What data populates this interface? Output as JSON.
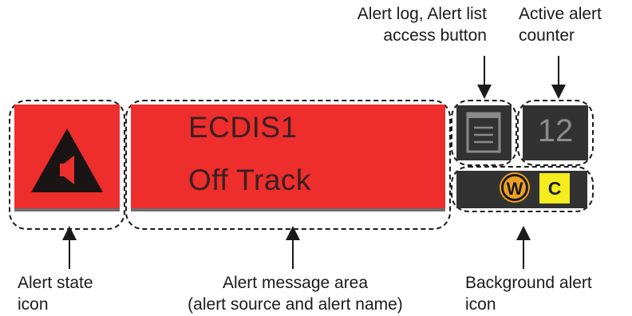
{
  "alert": {
    "source": "ECDIS1",
    "name": "Off Track",
    "active_count": "12"
  },
  "background_alerts": [
    {
      "letter": "W",
      "kind": "warning"
    },
    {
      "letter": "C",
      "kind": "caution"
    }
  ],
  "icons": {
    "alert_state": "alert-state-speaker-icon",
    "alert_log": "list-icon"
  },
  "labels": {
    "alert_log_line1": "Alert log, Alert list",
    "alert_log_line2": "access button",
    "counter_line1": "Active alert",
    "counter_line2": "counter",
    "state_line1": "Alert state",
    "state_line2": "icon",
    "message_line1": "Alert message area",
    "message_line2": "(alert source and alert name)",
    "background_line1": "Background alert",
    "background_line2": "icon"
  },
  "colors": {
    "alarm_red": "#ee2d2d",
    "panel_dark": "#323232",
    "warning_orange": "#f0a020",
    "caution_yellow": "#f4ec1c"
  }
}
